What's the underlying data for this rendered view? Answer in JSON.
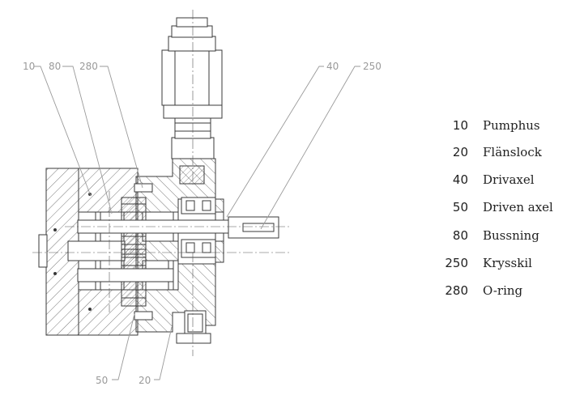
{
  "callouts": {
    "c10": "10",
    "c80": "80",
    "c280": "280",
    "c40": "40",
    "c250": "250",
    "c50": "50",
    "c20": "20"
  },
  "legend": [
    {
      "number": "10",
      "name": "Pumphus"
    },
    {
      "number": "20",
      "name": "Flänslock"
    },
    {
      "number": "40",
      "name": "Drivaxel"
    },
    {
      "number": "50",
      "name": "Driven axel"
    },
    {
      "number": "80",
      "name": "Bussning"
    },
    {
      "number": "250",
      "name": "Krysskil"
    },
    {
      "number": "280",
      "name": "O-ring"
    }
  ],
  "colors": {
    "line": "#3a3a3a",
    "leader": "#9a9a9a",
    "hatch": "#555555"
  }
}
